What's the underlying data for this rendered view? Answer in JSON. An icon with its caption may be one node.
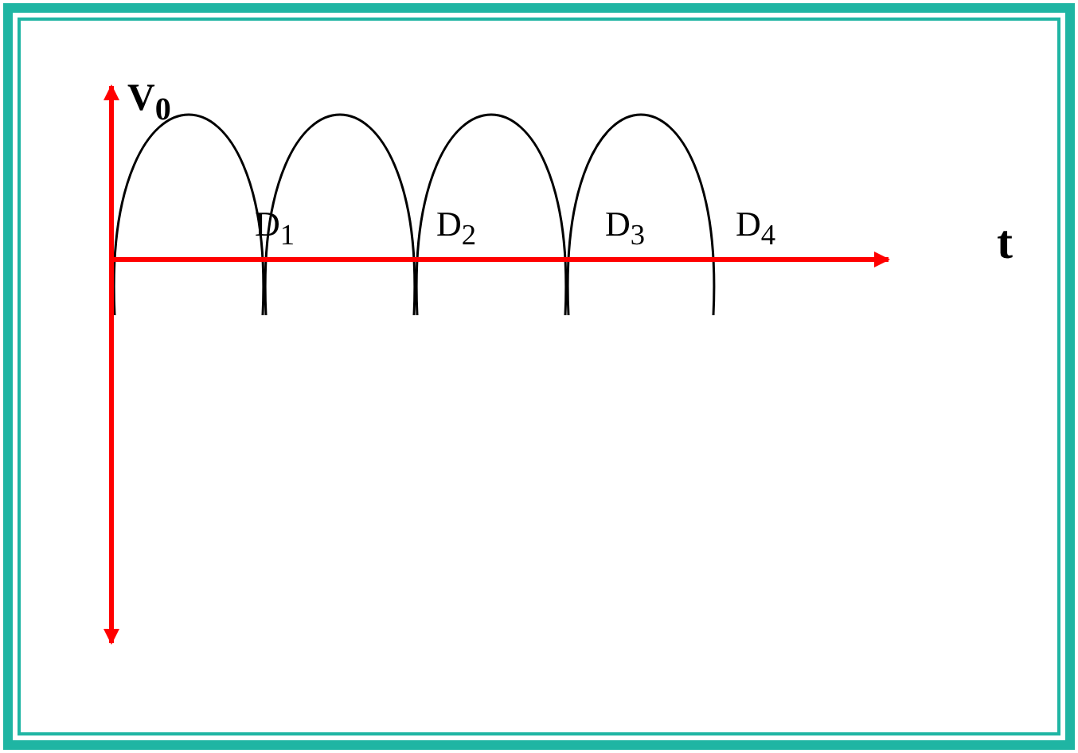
{
  "diagram": {
    "labels": [
      "V$_{0}$",
      "D$_{1}$",
      "D$_{2}$",
      "D$_{3}$",
      "D$_{4}$",
      "t"
    ]
  }
}
